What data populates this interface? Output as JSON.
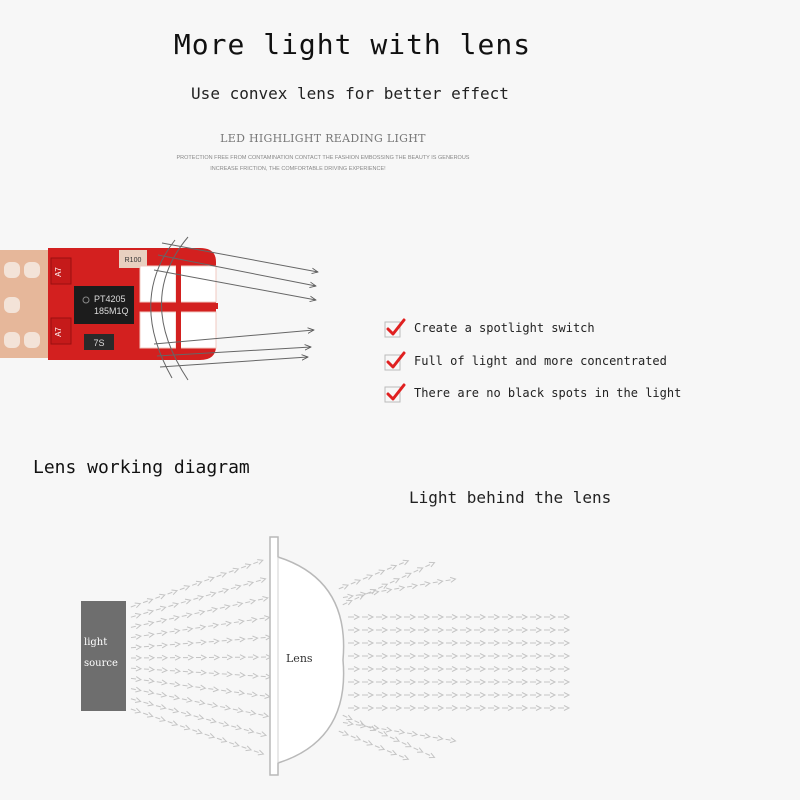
{
  "header": {
    "title": "More light with lens",
    "subtitle": "Use convex lens for better effect",
    "brand_line": "LED HIGHLIGHT READING LIGHT",
    "small_line_1": "PROTECTION FREE FROM CONTAMINATION CONTACT THE FASHION EMBOSSING THE BEAUTY IS GENEROUS",
    "small_line_2": "INCREASE FRICTION, THE COMFORTABLE DRIVING EXPERIENCE!"
  },
  "bulb": {
    "chip_text_1": "PT4205",
    "chip_text_2": "185M1Q",
    "label_a7_top": "A7",
    "label_a7_bottom": "A7",
    "label_7s": "7S",
    "label_r100": "R100"
  },
  "features": [
    {
      "icon": "red-checkmark-icon",
      "text": "Create a spotlight switch"
    },
    {
      "icon": "red-checkmark-icon",
      "text": "Full of light and more concentrated"
    },
    {
      "icon": "red-checkmark-icon",
      "text": "There are no black spots in the light"
    }
  ],
  "diagram": {
    "heading": "Lens working diagram",
    "behind_heading": "Light behind the lens",
    "source_label_1": "light",
    "source_label_2": "source",
    "lens_label": "Lens"
  },
  "colors": {
    "pcb_red": "#d3201f",
    "check_red": "#e02020",
    "source_gray": "#6e6e6e",
    "arrow_gray": "#c4c4c4"
  }
}
